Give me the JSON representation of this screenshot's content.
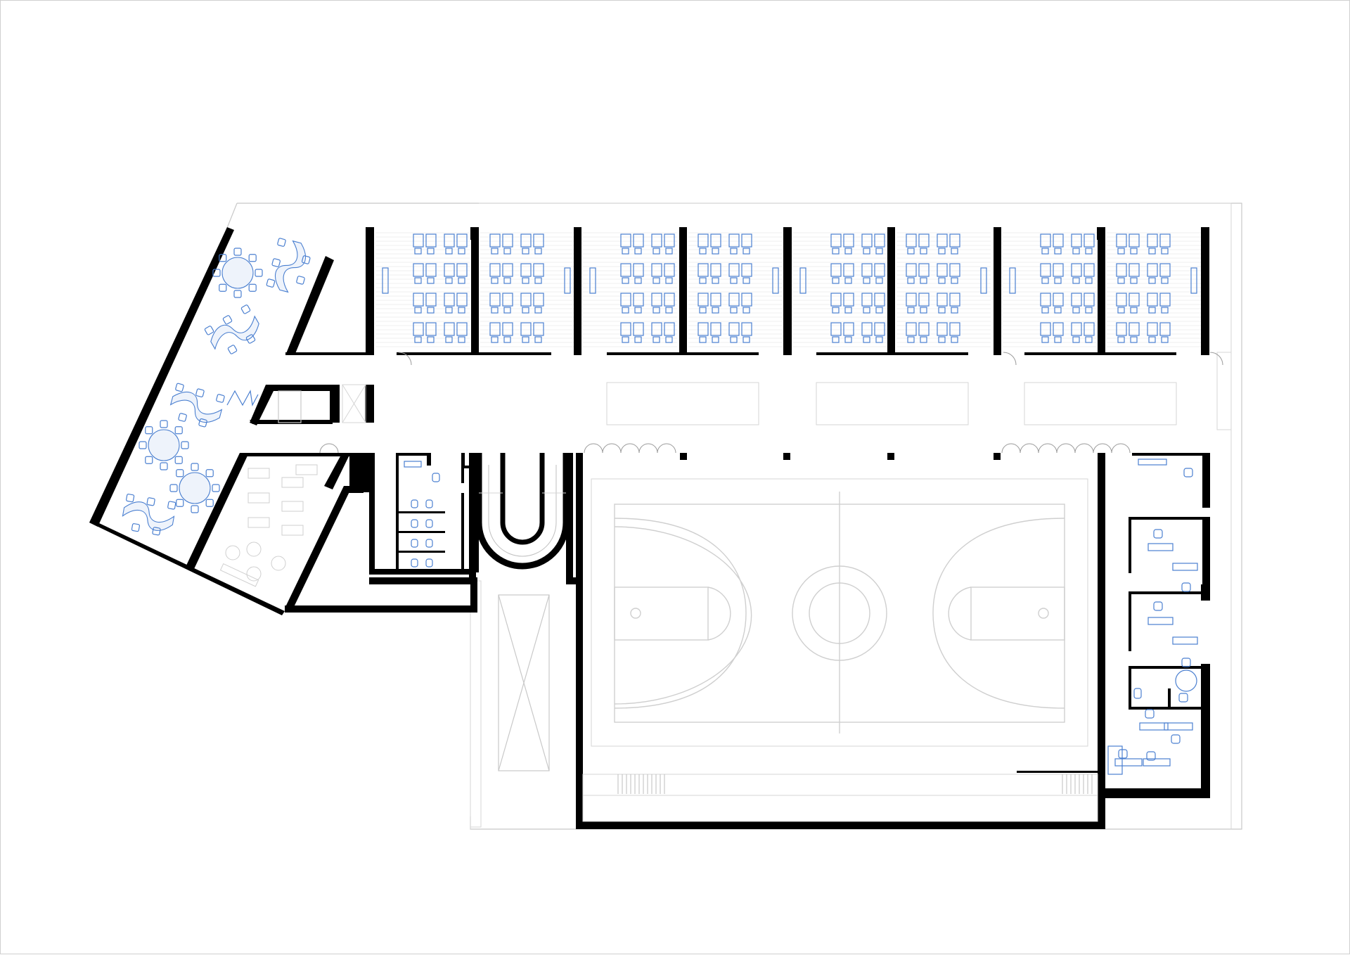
{
  "drawing": {
    "type": "floor-plan",
    "colors": {
      "walls": "#000000",
      "furniture": "#4a7fd0",
      "court_lines": "#cfcfcf",
      "outline": "#c8c8c8",
      "background": "#ffffff"
    },
    "elements": {
      "classroom_count": 8,
      "basketball_court": true,
      "spiral_ramp": true,
      "open_learning_wing": true,
      "office_rooms": 4
    }
  }
}
